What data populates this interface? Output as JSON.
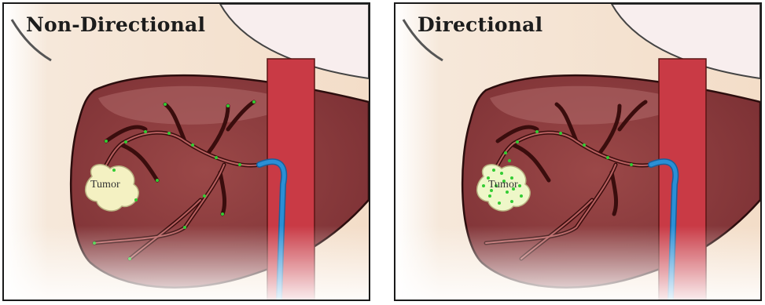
{
  "panels": [
    {
      "title": "Non-Directional",
      "tumor_label": "Tumor"
    },
    {
      "title": "Directional",
      "tumor_label": "Tumor"
    }
  ],
  "colors": {
    "skin": "#f3e3d3",
    "liver": "#8a3a3a",
    "liver_light": "#b06060",
    "vessel": "#4a1515",
    "aorta": "#c93a45",
    "catheter": "#2a8fd6",
    "tumor": "#f4f1c2",
    "particles": "#33cc33"
  }
}
